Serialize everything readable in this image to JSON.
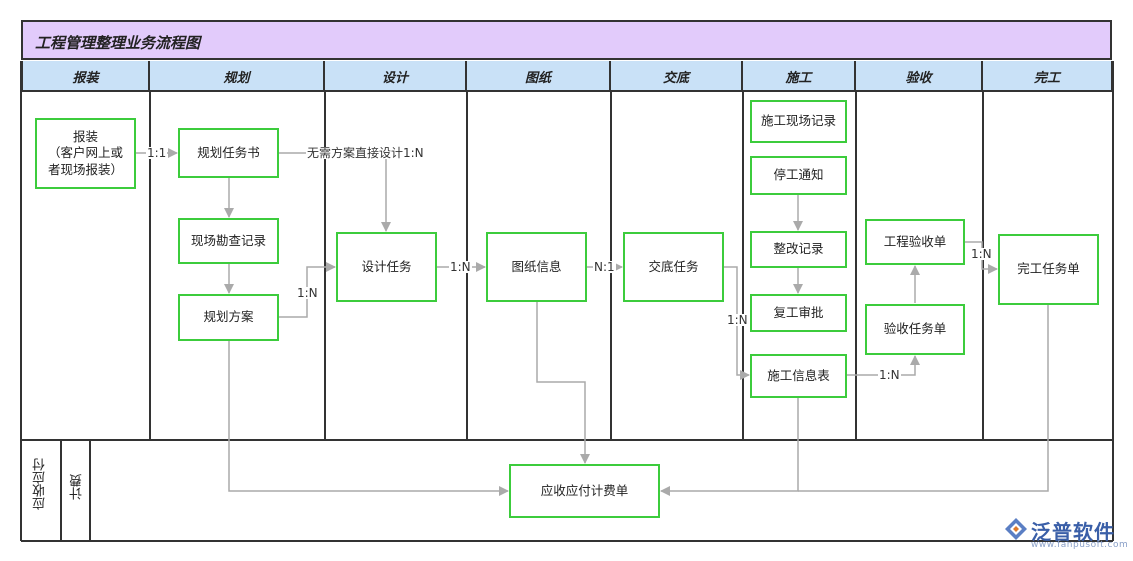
{
  "title": "工程管理整理业务流程图",
  "lanes": [
    {
      "label": "报装"
    },
    {
      "label": "规划"
    },
    {
      "label": "设计"
    },
    {
      "label": "图纸"
    },
    {
      "label": "交底"
    },
    {
      "label": "施工"
    },
    {
      "label": "验收"
    },
    {
      "label": "完工"
    }
  ],
  "bottom_pool": {
    "label": "应收应付",
    "sublane": "计费"
  },
  "nodes": {
    "baozhuang": "报装\n（客户网上或\n者现场报装）",
    "guihua_renwushu": "规划任务书",
    "xianchang_kancha": "现场勘查记录",
    "guihua_fangan": "规划方案",
    "sheji_renwu": "设计任务",
    "tuzhi_xinxi": "图纸信息",
    "jiaodi_renwu": "交底任务",
    "shigong_xianchang": "施工现场记录",
    "tinggong_tongzhi": "停工通知",
    "zhenggai_jilu": "整改记录",
    "fugong_shenpi": "复工审批",
    "shigong_xinxi": "施工信息表",
    "gongcheng_yanshou": "工程验收单",
    "yanshou_renwu": "验收任务单",
    "wangong_renwu": "完工任务单",
    "yingshou_jifei": "应收应付计费单"
  },
  "edge_labels": {
    "bz_to_gh": "1:1",
    "direct_design": "无需方案直接设计1:N",
    "fa_to_sj": "1:N",
    "sj_to_tz": "1:N",
    "tz_to_jd": "N:1",
    "jd_to_sg": "1:N",
    "sg_to_ys": "1:N",
    "ys_to_wg": "1:N"
  },
  "logo": {
    "text": "泛普软件",
    "url": "www.fanpusoft.com"
  }
}
